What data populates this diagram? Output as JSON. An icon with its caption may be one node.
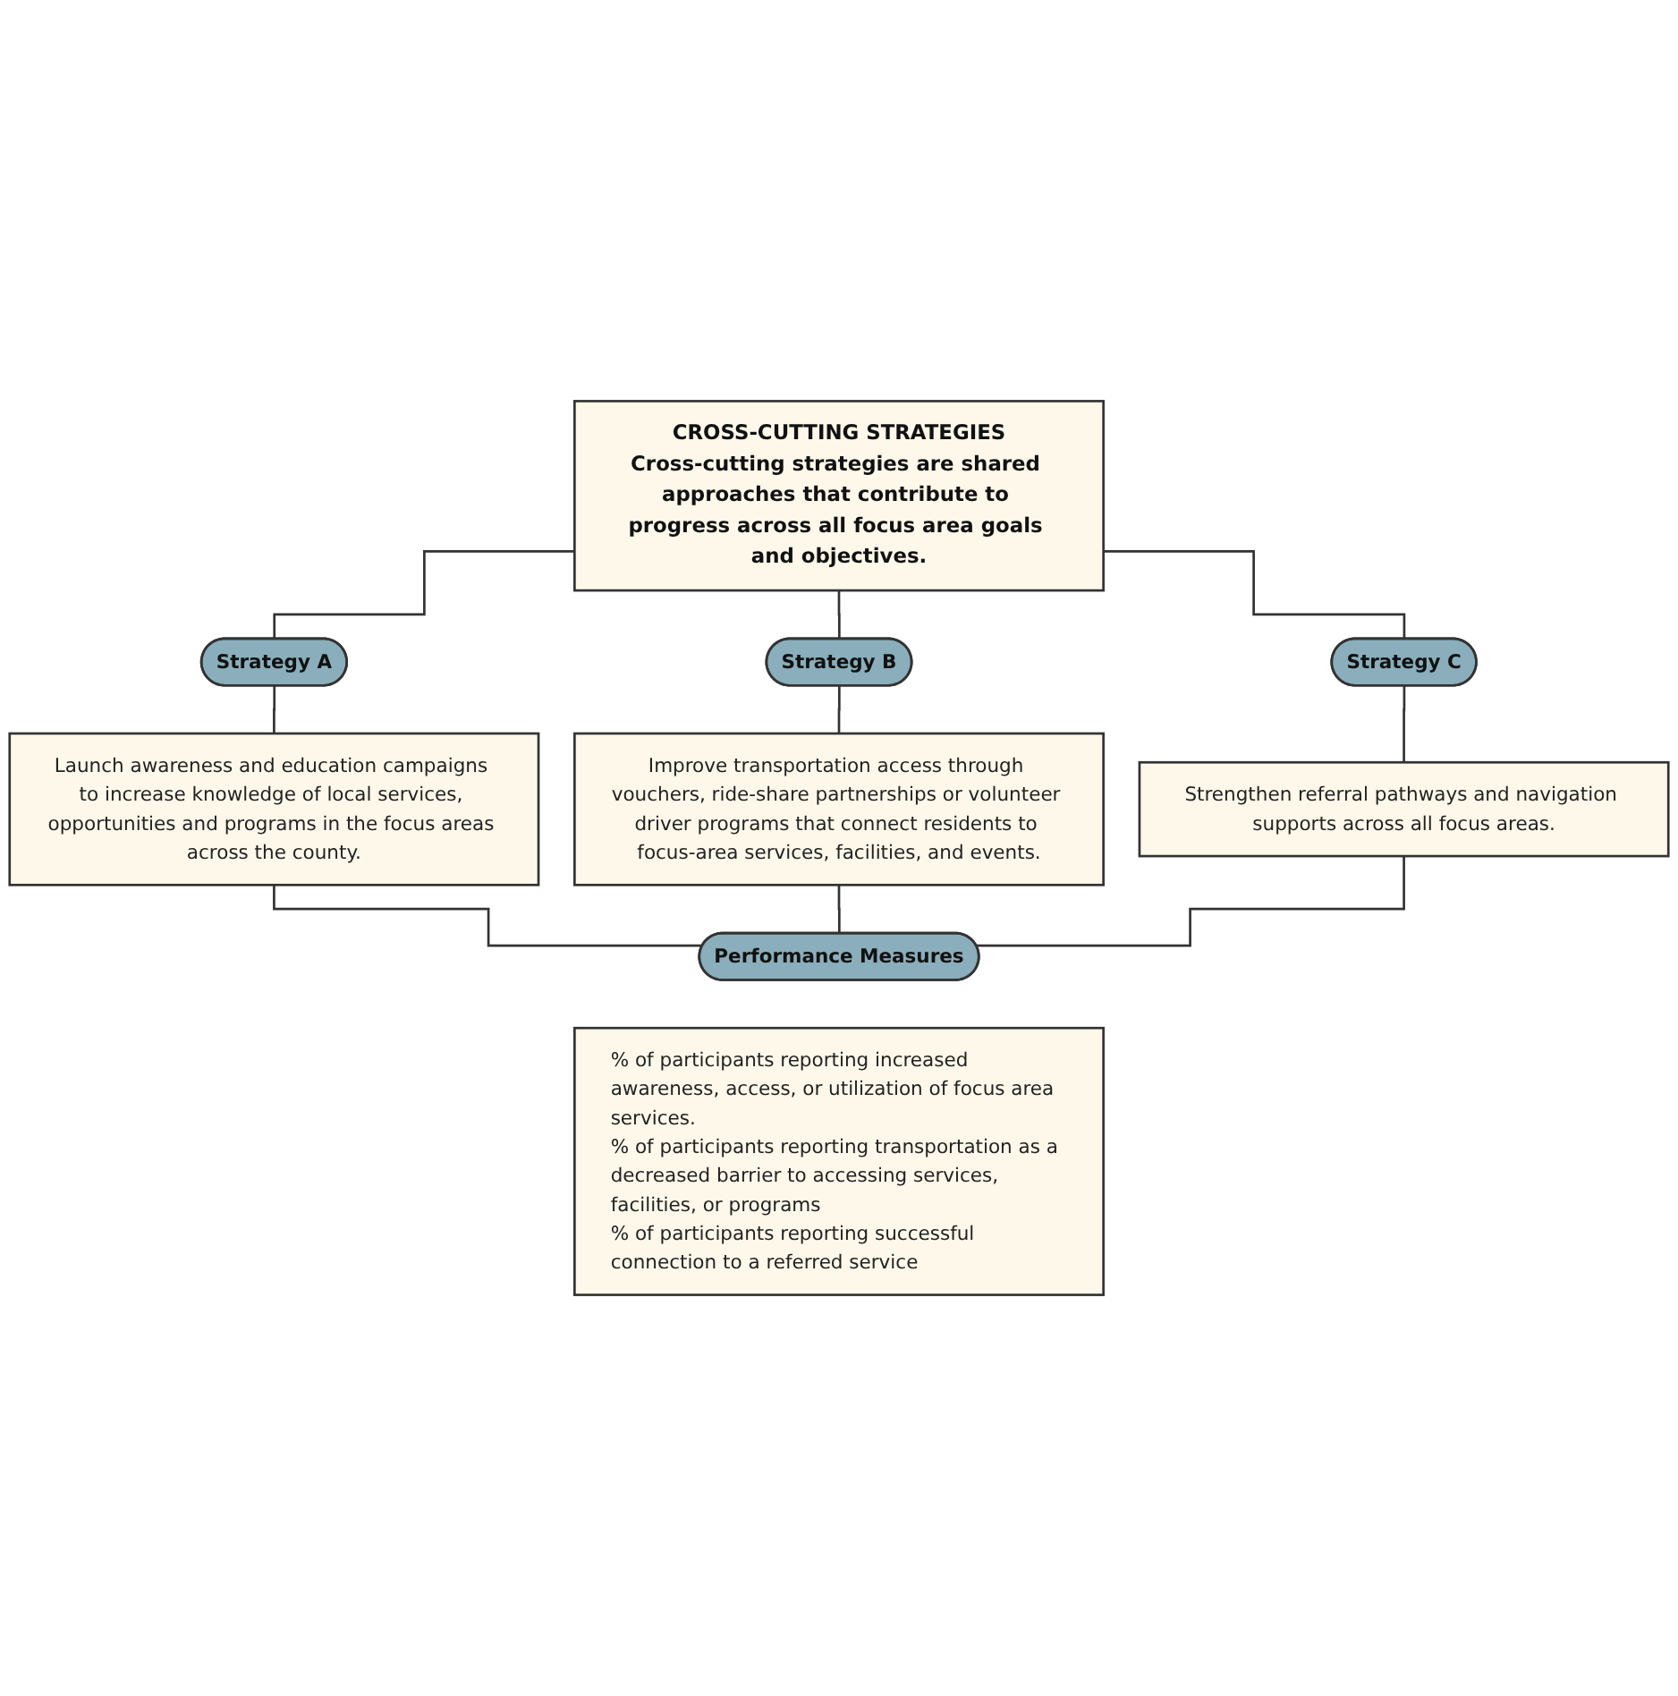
{
  "diagram": {
    "nodes": [
      {
        "text": [
          "CROSS-CUTTING STRATEGIES",
          "Cross-cutting strategies are shared approaches that contribute to progress across all focus area goals and objectives."
        ]
      },
      {
        "text": [
          "Strategy A"
        ]
      },
      {
        "text": [
          "Launch awareness and education campaigns to increase knowledge of local services, opportunities and programs in the focus areas across the county."
        ]
      },
      {
        "text": [
          "Strategy B"
        ]
      },
      {
        "text": [
          "Improve transportation access through vouchers, ride-share partnerships or volunteer driver programs that connect residents to focus-area services, facilities, and events."
        ]
      },
      {
        "text": [
          "Strategy C"
        ]
      },
      {
        "text": [
          "Strengthen referral pathways and navigation supports across all focus areas."
        ]
      },
      {
        "text": [
          "Performance Measures"
        ]
      },
      {
        "text": [
          "% of participants reporting increased awareness, access, or utilization of focus area services.",
          "% of participants reporting transportation as a decreased barrier to accessing services, facilities, or programs",
          "% of participants reporting successful connection to a referred service"
        ]
      }
    ],
    "edges": [
      {
        "from": 0,
        "to": 1,
        "arrow": "none"
      },
      {
        "from": 0,
        "to": 3,
        "arrow": "none"
      },
      {
        "from": 0,
        "to": 5,
        "arrow": "none"
      },
      {
        "from": 1,
        "to": 2,
        "arrow": "none"
      },
      {
        "from": 3,
        "to": 4,
        "arrow": "none"
      },
      {
        "from": 5,
        "to": 6,
        "arrow": "none"
      },
      {
        "from": 2,
        "to": 7,
        "arrow": "none"
      },
      {
        "from": 4,
        "to": 7,
        "arrow": "none"
      },
      {
        "from": 6,
        "to": 7,
        "arrow": "none"
      }
    ]
  }
}
